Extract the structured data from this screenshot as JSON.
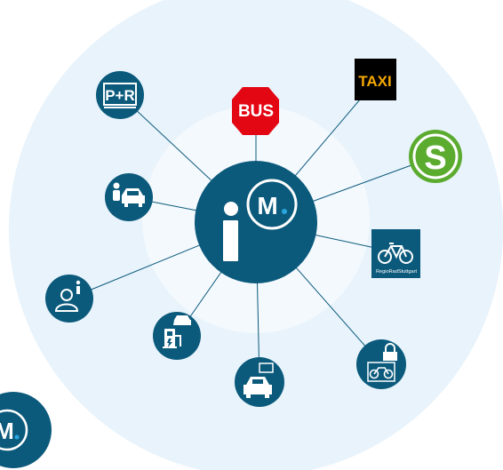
{
  "hub": {
    "brand_letter": "M",
    "info_symbol": "i"
  },
  "nodes": {
    "park_and_ride": {
      "label": "P+R"
    },
    "bus": {
      "label": "BUS"
    },
    "taxi": {
      "label": "TAXI"
    },
    "sbahn": {
      "label": "S"
    },
    "regio_rad": {
      "label": "RegioRadStuttgart"
    }
  },
  "corner_badge": {
    "brand_letter": "M"
  },
  "colors": {
    "primary": "#0b5a7c",
    "outer_halo": "#e8f3fb",
    "inner_halo": "#f4f9fd",
    "bus_red": "#e30613",
    "taxi_bg": "#000000",
    "taxi_text": "#f5a800",
    "sbahn_green": "#5bab2f",
    "brand_dot": "#29a6df"
  }
}
